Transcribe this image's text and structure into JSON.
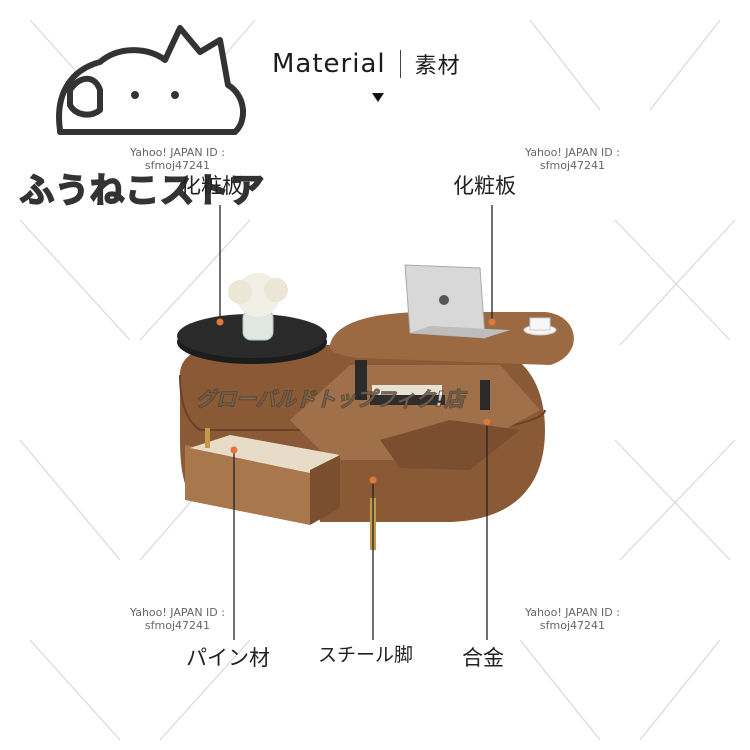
{
  "header": {
    "title_en": "Material",
    "title_jp": "素材"
  },
  "labels": {
    "veneer_left": "化粧板",
    "veneer_right": "化粧板",
    "pine": "パイン材",
    "steel_leg": "スチール脚",
    "alloy": "合金"
  },
  "watermarks": {
    "yahoo_line1": "Yahoo! JAPAN ID :",
    "yahoo_line2": "sfmoj47241"
  },
  "logo": {
    "text": "ふうねこストア"
  },
  "store_watermark": "グローバルドトップフィク!店",
  "colors": {
    "wood": "#8a5a36",
    "wood_dark": "#6b4226",
    "tray": "#1c1c1c",
    "accent_dot": "#e0783a"
  }
}
